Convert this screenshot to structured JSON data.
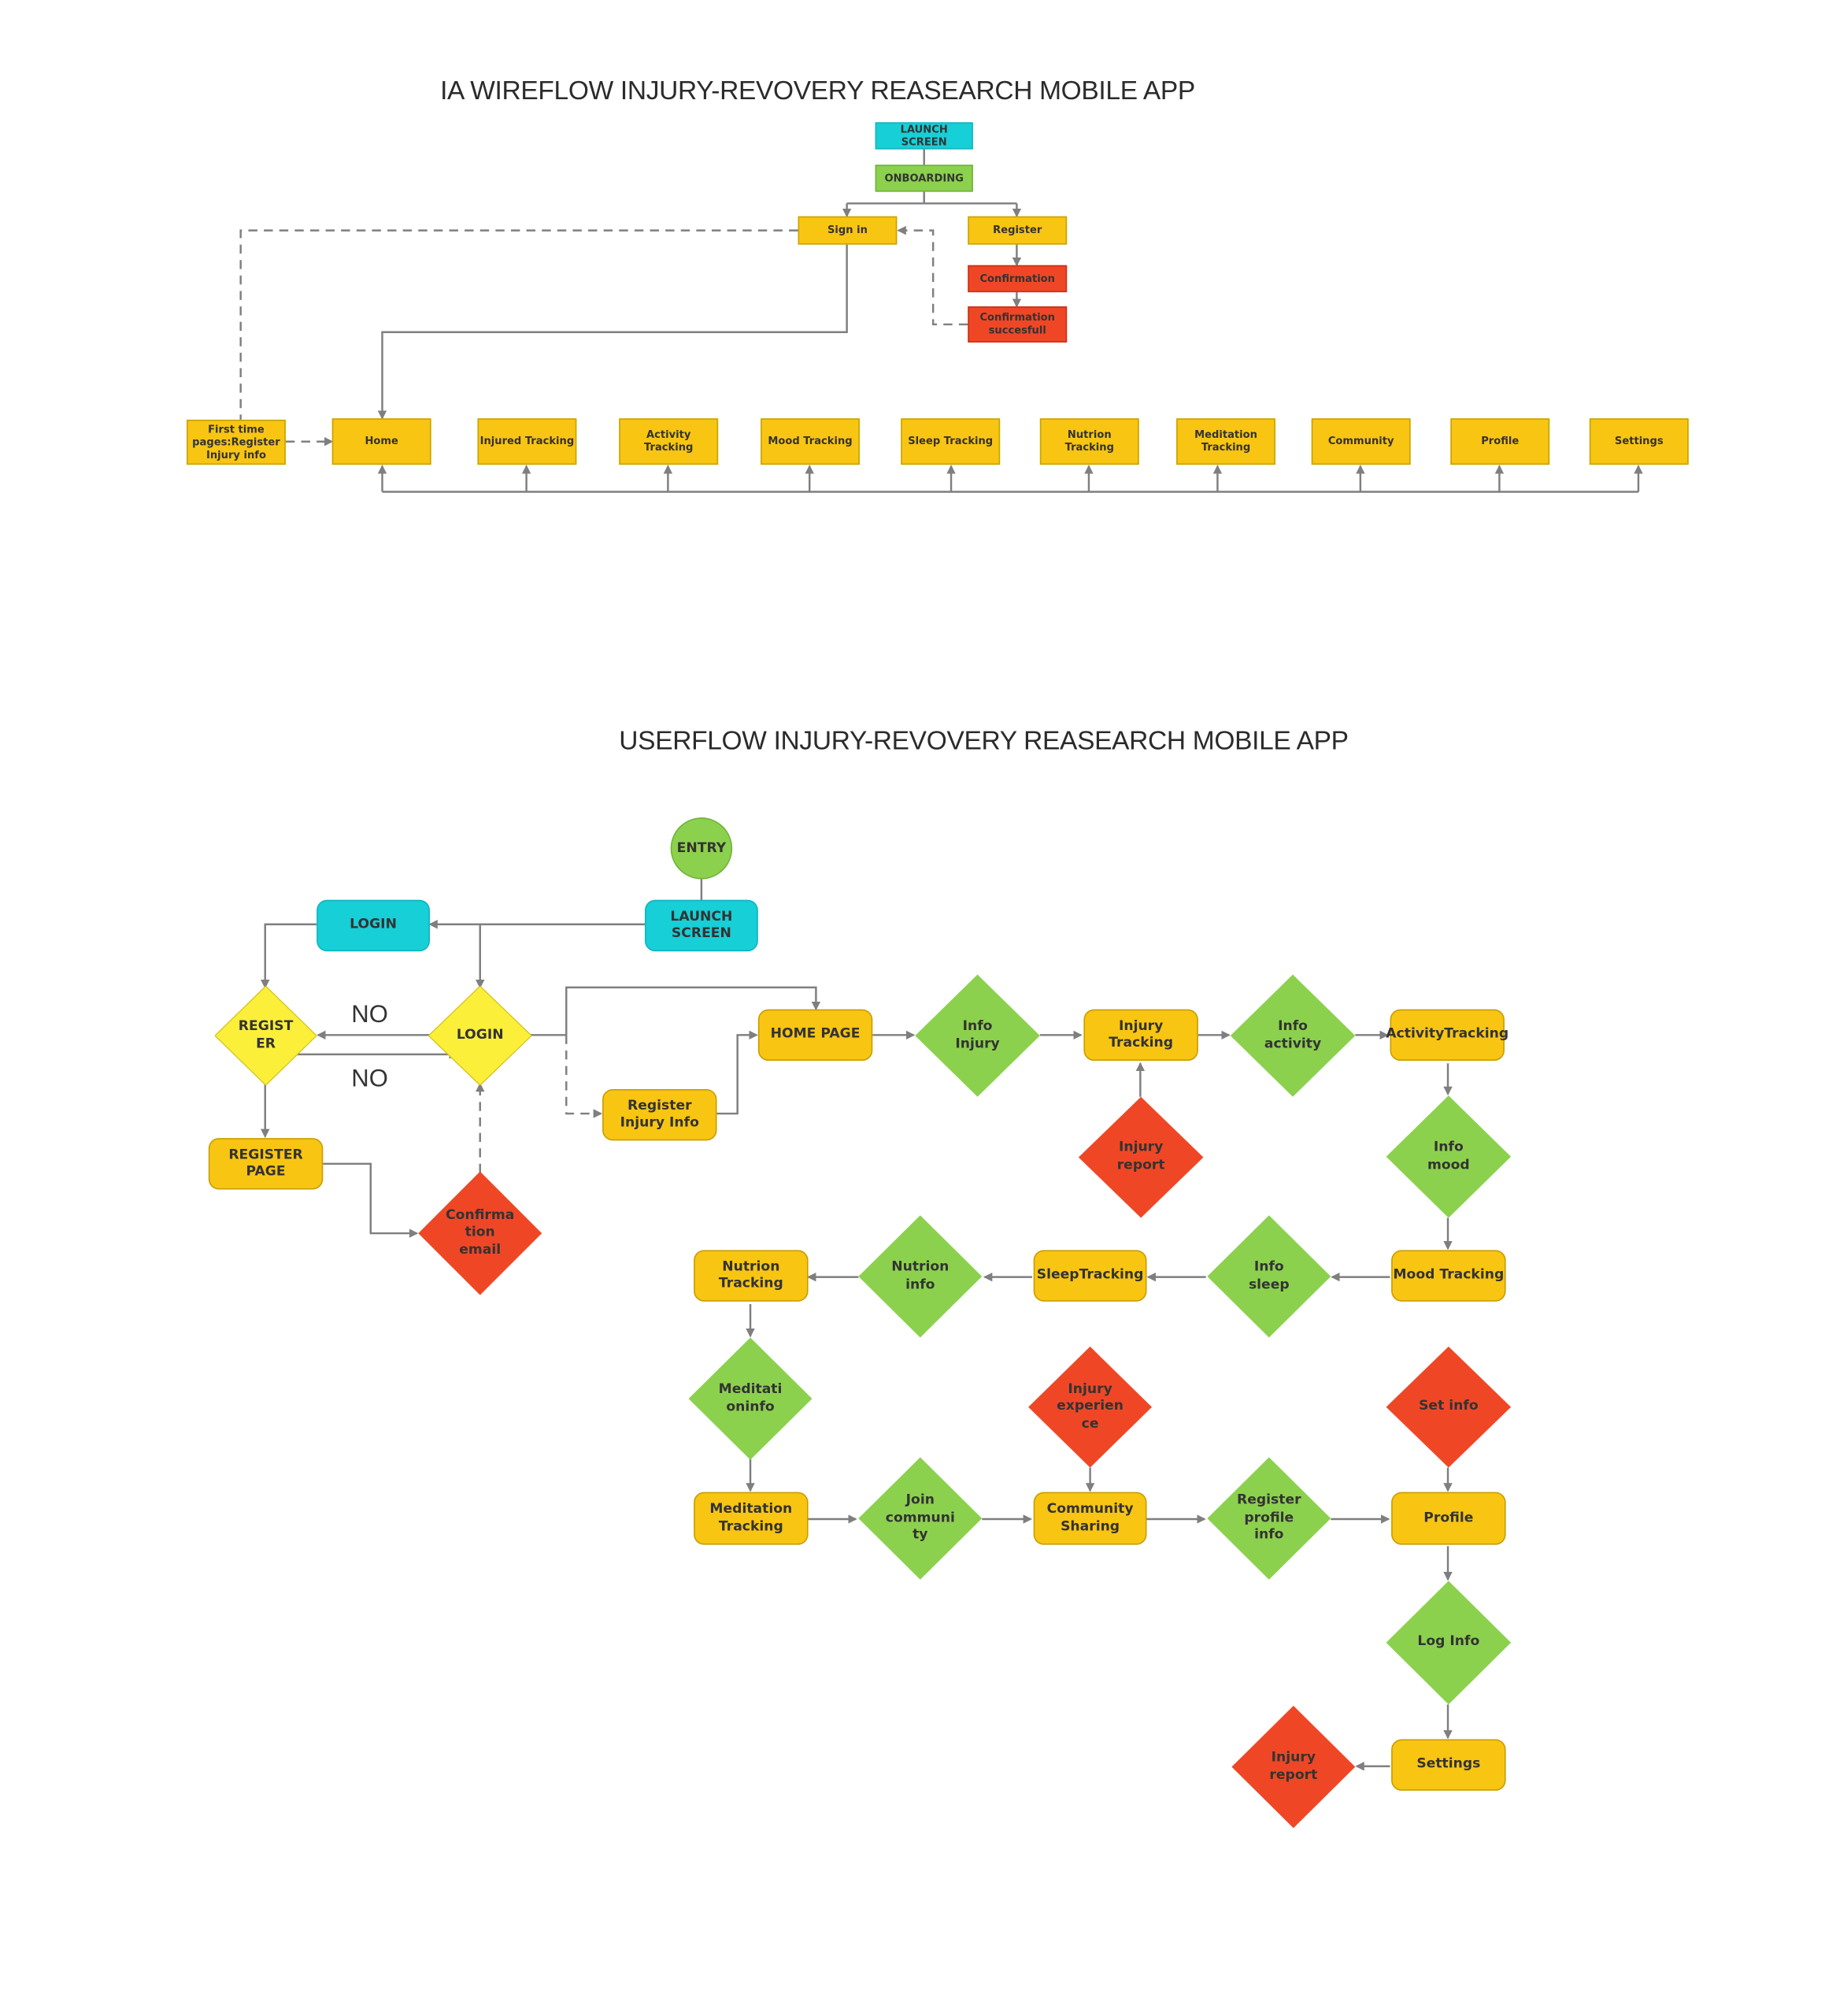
{
  "titles": {
    "ia": "IA WIREFLOW INJURY-REVOVERY REASEARCH MOBILE APP",
    "userflow": "USERFLOW INJURY-REVOVERY REASEARCH MOBILE APP"
  },
  "colors": {
    "yellow": "#f9c513",
    "green": "#8cd14e",
    "cyan": "#17cfd6",
    "red": "#ef4726",
    "lemon": "#fbef3a",
    "connector": "#7f7f7f"
  },
  "ia": {
    "launch": "LAUNCH SCREEN",
    "onboarding": "ONBOARDING",
    "sign_in": "Sign in",
    "register": "Register",
    "confirmation": "Confirmation",
    "confirmation_success": "Confirmation succesfull",
    "first_time": "First time pages:Register Injury info",
    "home": "Home",
    "injured_tracking": "Injured Tracking",
    "activity_tracking": "Activity Tracking",
    "mood_tracking": "Mood Tracking",
    "sleep_tracking": "Sleep Tracking",
    "nutrion_tracking": "Nutrion Tracking",
    "meditation_tracking": "Meditation Tracking",
    "community": "Community",
    "profile": "Profile",
    "settings": "Settings"
  },
  "userflow": {
    "entry": "ENTRY",
    "launch": "LAUNCH SCREEN",
    "login_box": "LOGIN",
    "register_diamond": "REGIST\nER",
    "login_diamond": "LOGIN",
    "no_top": "NO",
    "no_bottom": "NO",
    "register_page": "REGISTER PAGE",
    "confirmation_email": "Confirma\ntion\nemail",
    "register_injury_info": "Register Injury Info",
    "home_page": "HOME PAGE",
    "info_injury": "Info\nInjury",
    "injury_tracking": "Injury Tracking",
    "injury_report_top": "Injury\nreport",
    "info_activity": "Info\nactivity",
    "activity_tracking": "ActivityTracking",
    "info_mood": "Info\nmood",
    "mood_tracking": "Mood Tracking",
    "info_sleep": "Info\nsleep",
    "sleep_tracking": "SleepTracking",
    "nutrion_info": "Nutrion\ninfo",
    "nutrion_tracking": "Nutrion Tracking",
    "meditation_info": "Meditati\noninfo",
    "meditation_tracking": "Meditation Tracking",
    "join_community": "Join\ncommuni\nty",
    "injury_experience": "Injury\nexperien\nce",
    "community_sharing": "Community Sharing",
    "register_profile_info": "Register\nprofile\ninfo",
    "set_info": "Set info",
    "profile": "Profile",
    "log_info": "Log Info",
    "settings": "Settings",
    "injury_report_bottom": "Injury\nreport"
  }
}
